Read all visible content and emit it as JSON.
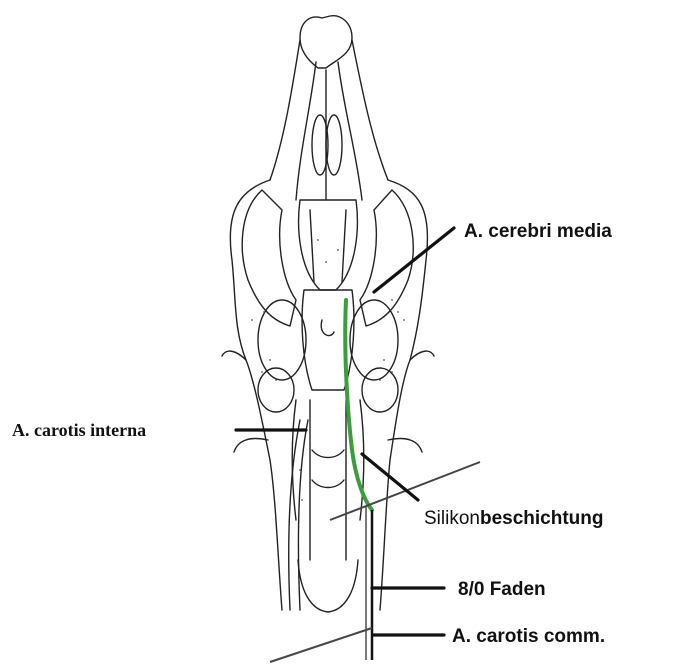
{
  "labels": {
    "mca": "A. cerebri media",
    "ica": "A. carotis interna",
    "coating_prefix": "Silikon",
    "coating_suffix": "beschichtung",
    "suture": "8/0 Faden",
    "cca": "A. carotis comm."
  },
  "colors": {
    "suture_coating": "#3a9e3a",
    "ink": "#111111"
  }
}
